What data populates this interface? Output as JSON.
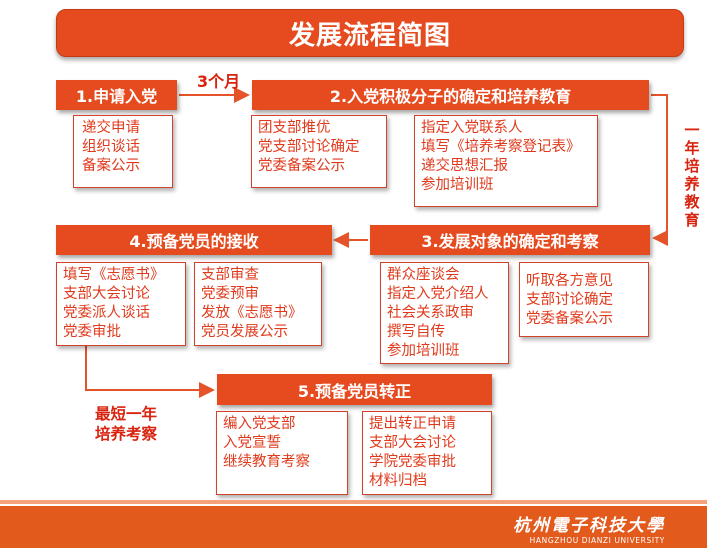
{
  "title": "发展流程简图",
  "steps": [
    {
      "label": "1.申请入党"
    },
    {
      "label": "2.入党积极分子的确定和培养教育"
    },
    {
      "label": "3.发展对象的确定和考察"
    },
    {
      "label": "4.预备党员的接收"
    },
    {
      "label": "5.预备党员转正"
    }
  ],
  "boxes": {
    "s1": [
      "递交申请",
      "组织谈话",
      "备案公示"
    ],
    "s2a": [
      "团支部推优",
      "党支部讨论确定",
      "党委备案公示"
    ],
    "s2b": [
      "指定入党联系人",
      "填写《培养考察登记表》",
      "递交思想汇报",
      "参加培训班"
    ],
    "s3a": [
      "群众座谈会",
      "指定入党介绍人",
      "社会关系政审",
      "撰写自传",
      "参加培训班"
    ],
    "s3b": [
      "听取各方意见",
      "支部讨论确定",
      "党委备案公示"
    ],
    "s4a": [
      "填写《志愿书》",
      "支部大会讨论",
      "党委派人谈话",
      "党委审批"
    ],
    "s4b": [
      "支部审查",
      "党委预审",
      "发放《志愿书》",
      "党员发展公示"
    ],
    "s5a": [
      "编入党支部",
      "入党宣誓",
      "继续教育考察"
    ],
    "s5b": [
      "提出转正申请",
      "支部大会讨论",
      "学院党委审批",
      "材料归档"
    ]
  },
  "annotations": {
    "three_months": "3个月",
    "one_year_chars": [
      "一",
      "年",
      "培",
      "养",
      "教",
      "育"
    ],
    "min_year_line1": "最短一年",
    "min_year_line2": "培养考察"
  },
  "footer": {
    "logo_cn": "杭州電子科技大學",
    "logo_en": "HANGZHOU DIANZI UNIVERSITY"
  },
  "colors": {
    "primary": "#e54b1f",
    "text_red": "#e03a1c",
    "annot_red": "#d8230f",
    "footer": "#e35a1d"
  }
}
